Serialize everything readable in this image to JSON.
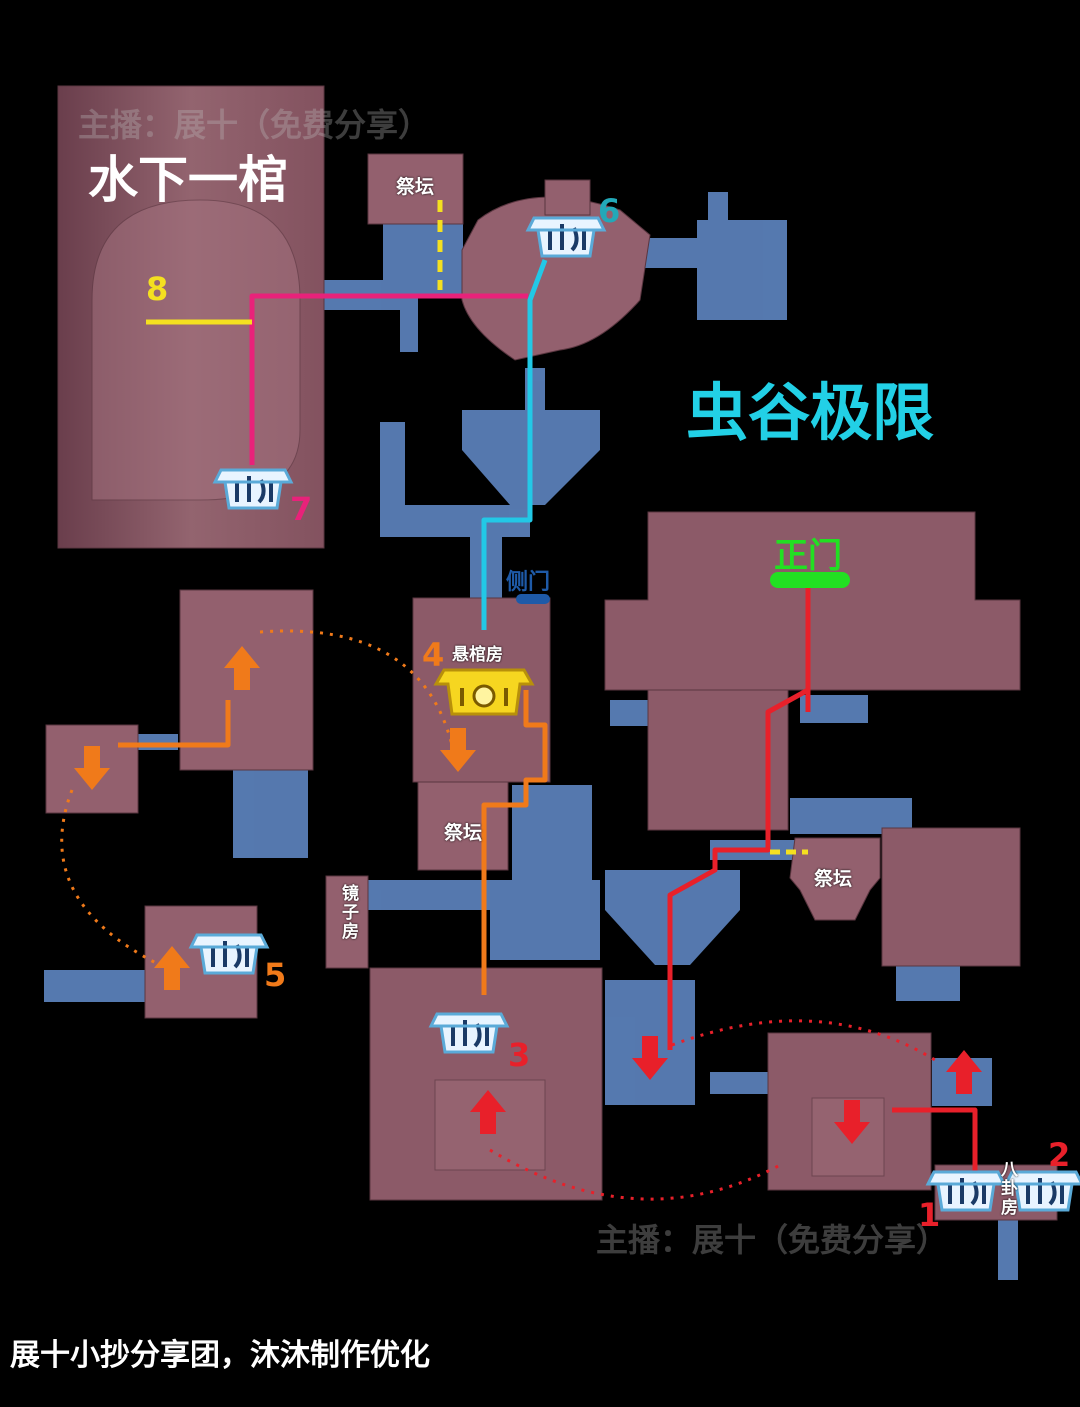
{
  "map": {
    "titles": {
      "area_left": "水下一棺",
      "area_right": "虫谷极限"
    },
    "rooms": {
      "altar_top": "祭坛",
      "hanging_coffin_room": "悬棺房",
      "altar_middle": "祭坛",
      "mirror_room": "镜子房",
      "altar_right": "祭坛",
      "bagua_room": "八卦房"
    },
    "gates": {
      "main_gate": "正门",
      "side_gate": "侧门"
    },
    "markers": [
      "1",
      "2",
      "3",
      "4",
      "5",
      "6",
      "7",
      "8"
    ],
    "watermark": "主播：展十（免费分享）",
    "footer": "展十小抄分享团，沐沐制作优化",
    "colors": {
      "room_fill": "#8c5a68",
      "corridor_fill": "#5a7fb8",
      "route_red": "#e8202a",
      "route_orange": "#f07a1a",
      "route_pink": "#e8227a",
      "route_cyan": "#22c8e6",
      "marker_yellow": "#f4e020",
      "gate_green": "#22e022",
      "gate_blue": "#1e5aa8",
      "title_cyan": "#22d0e6"
    }
  }
}
